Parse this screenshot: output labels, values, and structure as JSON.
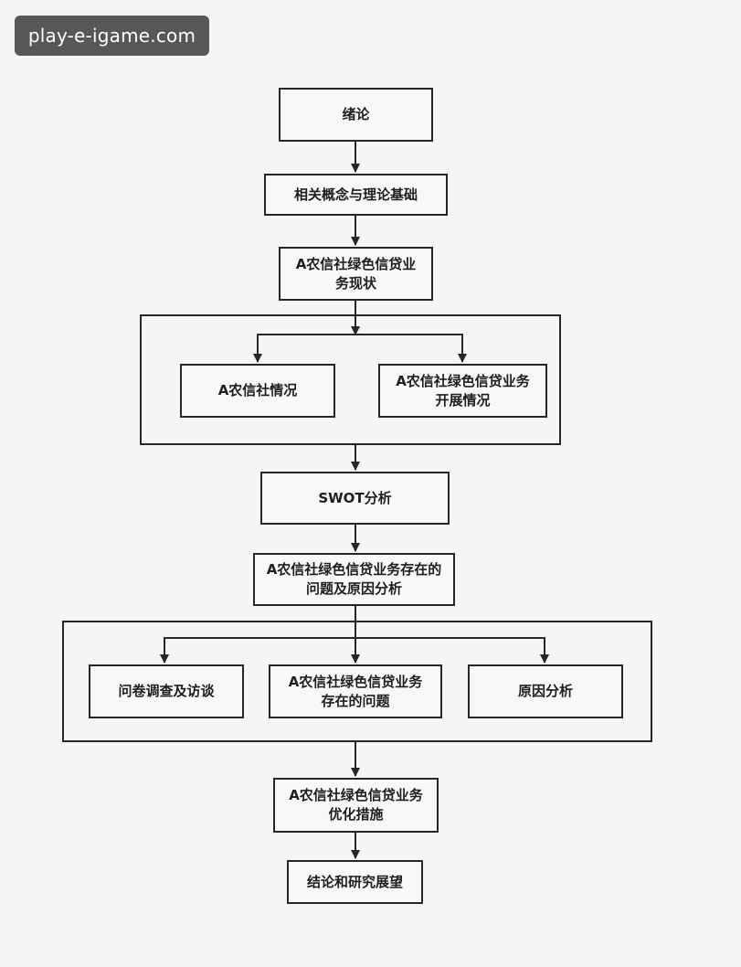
{
  "watermark": {
    "text": "play-e-igame.com"
  },
  "flowchart": {
    "intro": "绪论",
    "concepts": "相关概念与理论基础",
    "status": "A农信社绿色信贷业务现状",
    "status_sub": {
      "overview": "A农信社情况",
      "business": "A农信社绿色信贷业务开展情况"
    },
    "swot": "SWOT分析",
    "problems": "A农信社绿色信贷业务存在的问题及原因分析",
    "problems_sub": {
      "survey": "问卷调查及访谈",
      "issues": "A农信社绿色信贷业务存在的问题",
      "causes": "原因分析"
    },
    "measures": "A农信社绿色信贷业务优化措施",
    "conclusion": "结论和研究展望"
  },
  "colors": {
    "line": "#262626",
    "box_fill": "#f8f8f8",
    "background": "#f5f5f5",
    "watermark_bg": "#575757"
  }
}
